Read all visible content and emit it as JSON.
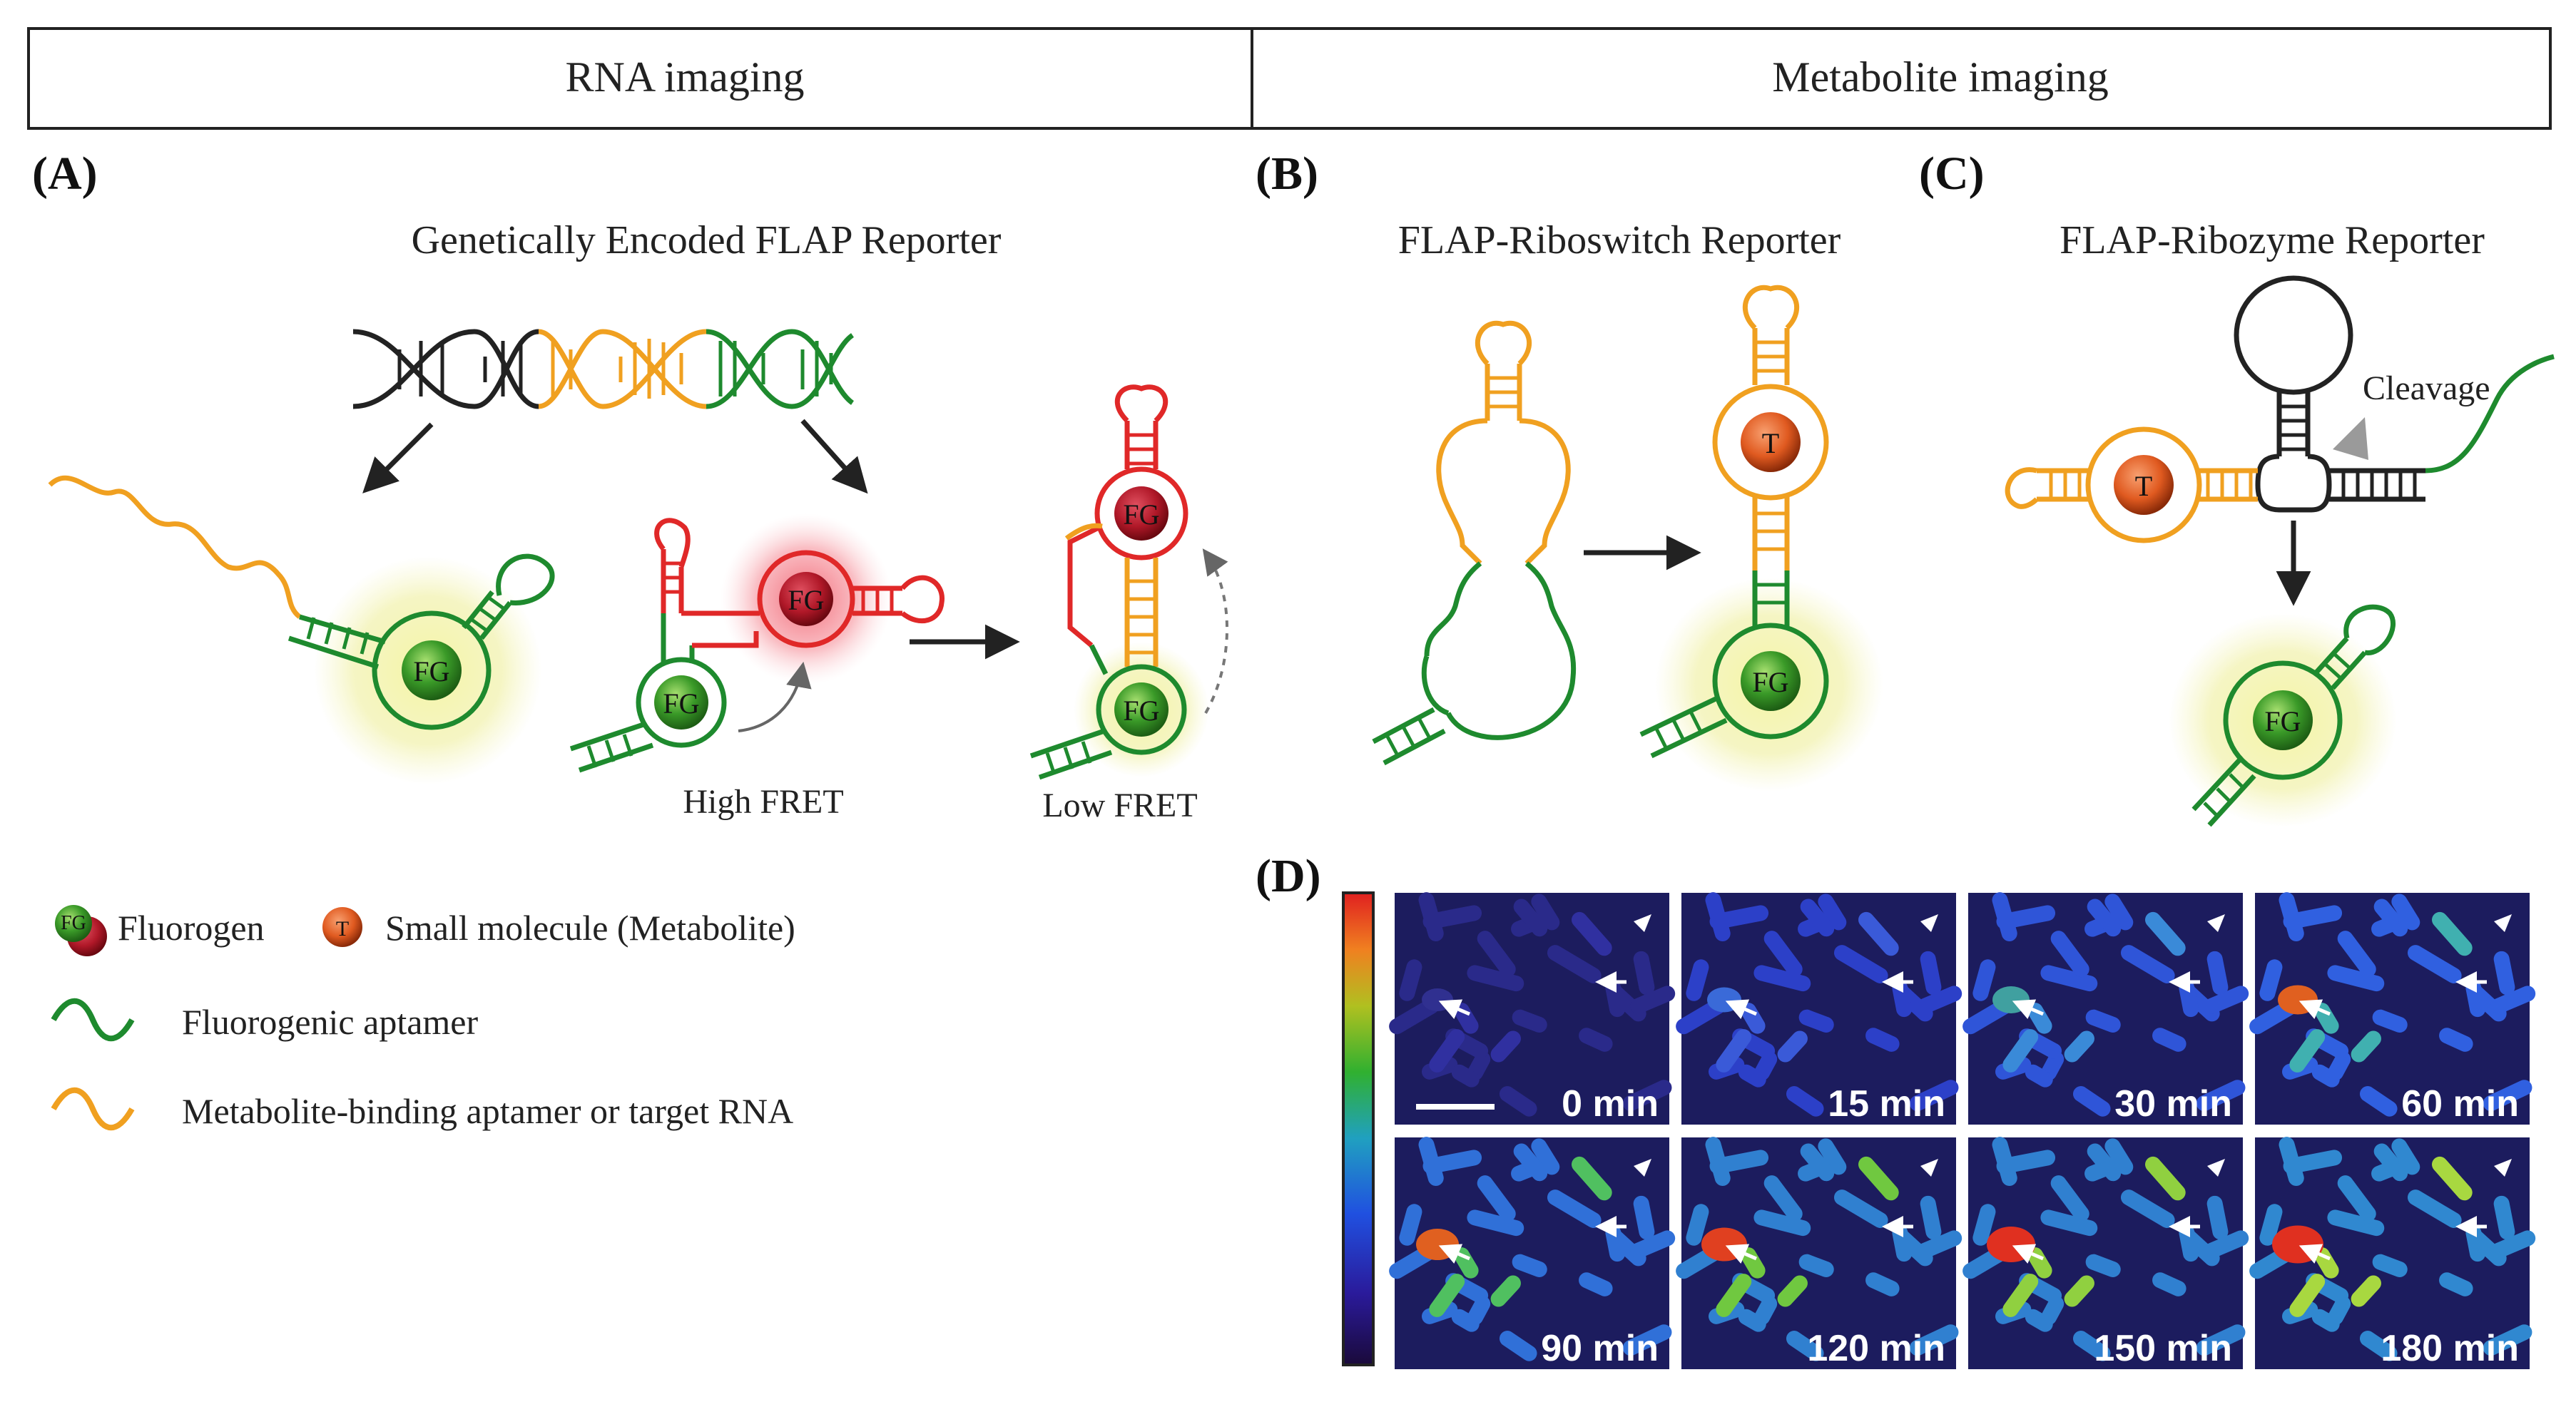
{
  "header": {
    "left_title": "RNA imaging",
    "right_title": "Metabolite imaging"
  },
  "panels": {
    "A": {
      "label": "(A)",
      "title": "Genetically Encoded FLAP Reporter",
      "high_fret": "High FRET",
      "low_fret": "Low FRET"
    },
    "B": {
      "label": "(B)",
      "title": "FLAP-Riboswitch Reporter"
    },
    "C": {
      "label": "(C)",
      "title": "FLAP-Ribozyme Reporter",
      "cleavage": "Cleavage"
    },
    "D": {
      "label": "(D)",
      "time_points": [
        "0 min",
        "15 min",
        "30 min",
        "60 min",
        "90 min",
        "120 min",
        "150 min",
        "180 min"
      ]
    }
  },
  "molecules": {
    "fluorogen": "FG",
    "metabolite": "T"
  },
  "legend": {
    "fluorogen": "Fluorogen",
    "small_molecule": "Small molecule (Metabolite)",
    "fluorogenic_aptamer": "Fluorogenic aptamer",
    "metabolite_aptamer": "Metabolite-binding aptamer or target RNA"
  },
  "colors": {
    "green_aptamer": "#1e8a2e",
    "orange_aptamer": "#f0a020",
    "red_fret": "#e02828",
    "dna_black": "#222222",
    "fluorescence_glow": "#f2f2a8",
    "micrograph_background": "#1c1c5e"
  }
}
